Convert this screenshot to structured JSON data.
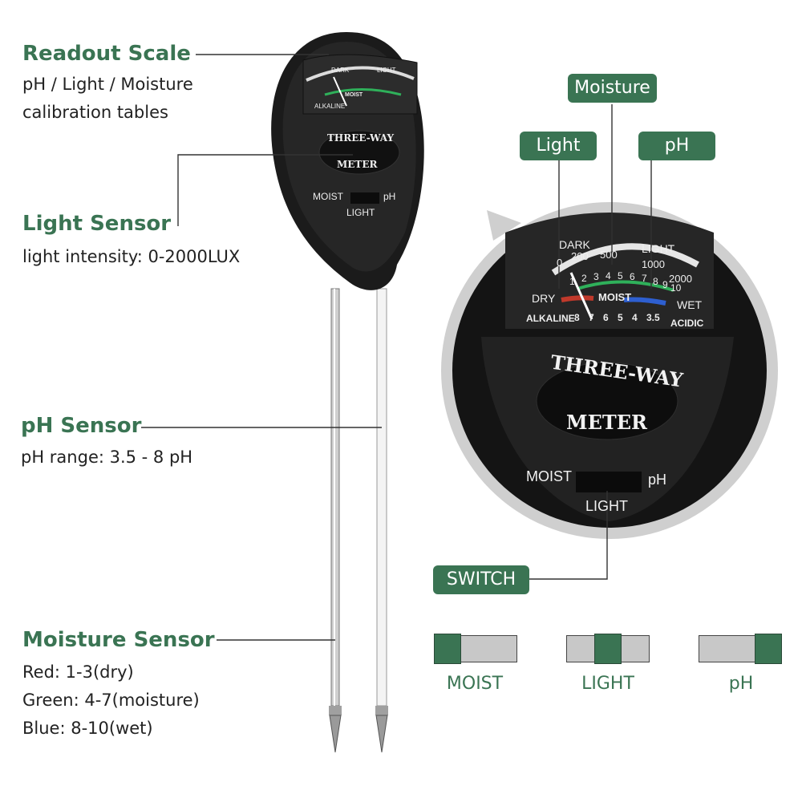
{
  "callouts": {
    "readout": {
      "title": "Readout Scale",
      "line1": "pH / Light / Moisture",
      "line2": "calibration tables"
    },
    "light": {
      "title": "Light Sensor",
      "line1": "light intensity: 0-2000LUX"
    },
    "ph": {
      "title": "pH Sensor",
      "line1": "pH range: 3.5 - 8 pH"
    },
    "moisture": {
      "title": "Moisture Sensor",
      "line1": "Red: 1-3(dry)",
      "line2": "Green: 4-7(moisture)",
      "line3": "Blue: 8-10(wet)"
    }
  },
  "zoom_labels": {
    "moisture": "Moisture",
    "light": "Light",
    "ph": "pH",
    "switch": "SWITCH"
  },
  "device": {
    "brand_top": "THREE-WAY",
    "brand_bottom": "METER",
    "switch_left": "MOIST",
    "switch_right": "pH",
    "switch_bottom": "LIGHT",
    "dial": {
      "dark": "DARK",
      "light": "LIGHT",
      "dry": "DRY",
      "wet": "WET",
      "moist": "MOIST",
      "alkaline": "ALKALINE",
      "acidic": "ACIDIC",
      "lux_ticks": [
        "0",
        "200",
        "500",
        "1000",
        "2000"
      ],
      "moist_ticks": [
        "1",
        "2",
        "3",
        "4",
        "5",
        "6",
        "7",
        "8",
        "9",
        "10"
      ],
      "ph_ticks": [
        "8",
        "7",
        "6",
        "5",
        "4",
        "3.5"
      ]
    }
  },
  "switch_positions": [
    {
      "label": "MOIST",
      "position": "left"
    },
    {
      "label": "LIGHT",
      "position": "center"
    },
    {
      "label": "pH",
      "position": "right"
    }
  ],
  "colors": {
    "accent": "#3a7453",
    "body": "#1a1a1a",
    "dry": "#c0392b",
    "moist": "#27ae60",
    "wet": "#2e5fd0"
  }
}
